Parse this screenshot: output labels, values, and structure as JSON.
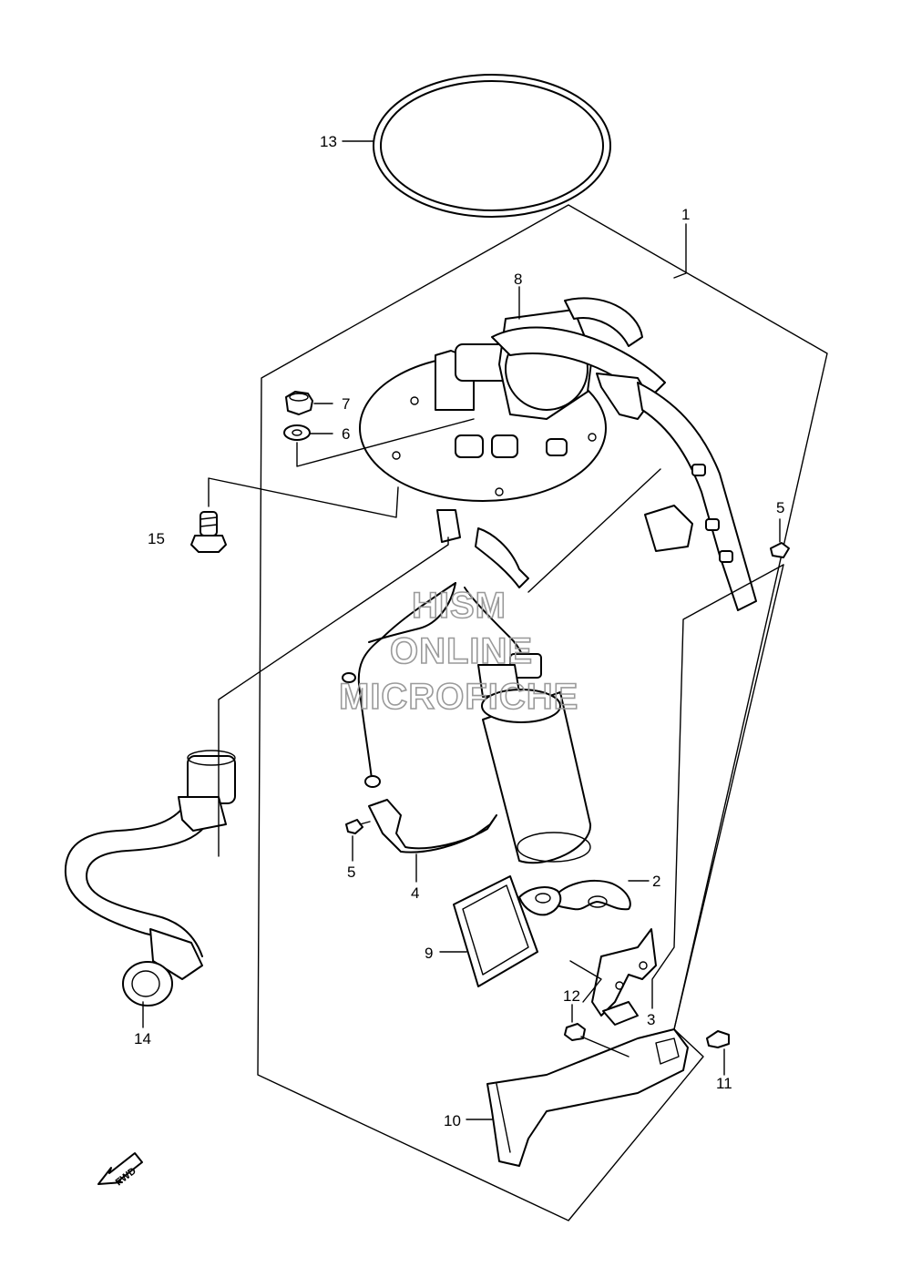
{
  "callouts": {
    "c1": "1",
    "c2": "2",
    "c3": "3",
    "c4": "4",
    "c5a": "5",
    "c5b": "5",
    "c6": "6",
    "c7": "7",
    "c8": "8",
    "c9": "9",
    "c10": "10",
    "c11": "11",
    "c12": "12",
    "c13": "13",
    "c14": "14",
    "c15": "15"
  },
  "watermark": {
    "line1": "HISM",
    "line2": "ONLINE",
    "line3": "MICROFICHE"
  },
  "fwd_label": "FWD",
  "colors": {
    "line": "#000000",
    "background": "#ffffff",
    "watermark": "#9a9a9a"
  }
}
